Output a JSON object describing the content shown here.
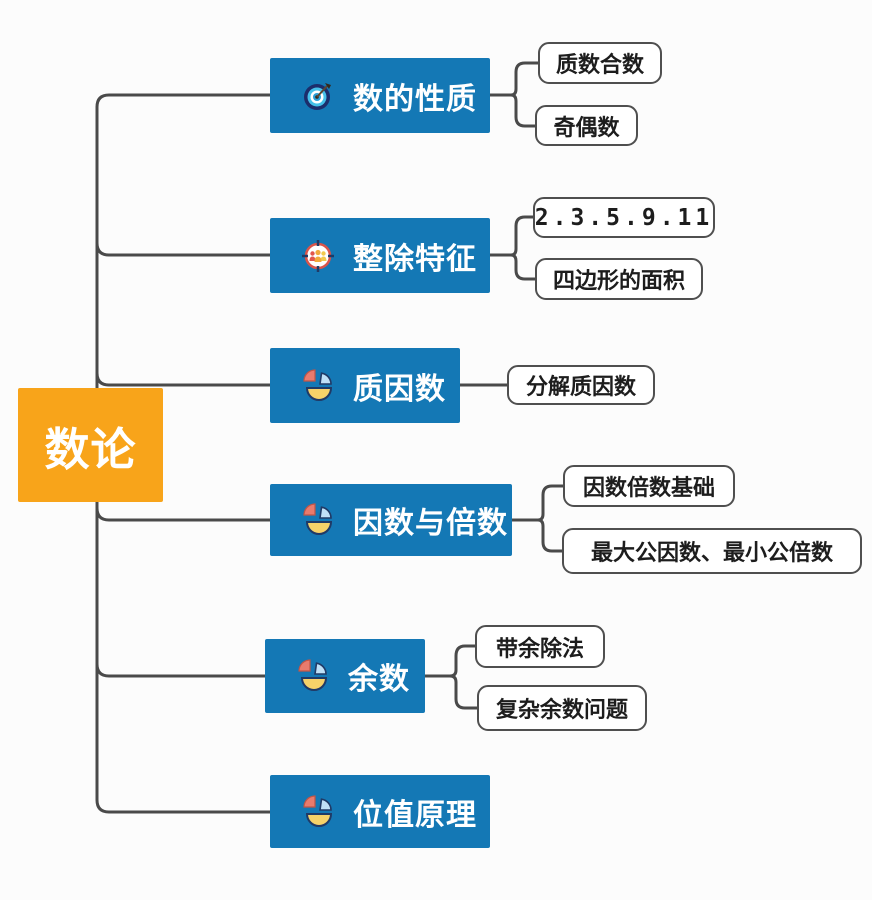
{
  "title": "数论 mind map",
  "root": {
    "label": "数论"
  },
  "branches": [
    {
      "label": "数的性质",
      "icon": "dartboard-icon",
      "leaves": [
        {
          "label": "质数合数"
        },
        {
          "label": "奇偶数"
        }
      ]
    },
    {
      "label": "整除特征",
      "icon": "target-people-icon",
      "leaves": [
        {
          "label": "2.3.5.9.11"
        },
        {
          "label": "四边形的面积"
        }
      ]
    },
    {
      "label": "质因数",
      "icon": "pie-chart-icon",
      "leaves": [
        {
          "label": "分解质因数"
        }
      ]
    },
    {
      "label": "因数与倍数",
      "icon": "pie-chart-icon",
      "leaves": [
        {
          "label": "因数倍数基础"
        },
        {
          "label": "最大公因数、最小公倍数"
        }
      ]
    },
    {
      "label": "余数",
      "icon": "pie-chart-icon",
      "leaves": [
        {
          "label": "带余除法"
        },
        {
          "label": "复杂余数问题"
        }
      ]
    },
    {
      "label": "位值原理",
      "icon": "pie-chart-icon",
      "leaves": []
    }
  ],
  "colors": {
    "root_bg": "#F8A41A",
    "branch_bg": "#1478B5",
    "node_text": "#ffffff",
    "leaf_text": "#1d1d1d",
    "leaf_border": "#4f4f4f",
    "connector": "#4a4a4a",
    "background": "#fcfcfc",
    "pie_red": "#E97B6D",
    "pie_blue": "#BFE0F7",
    "pie_yellow": "#F6D269",
    "pie_outline": "#203A66"
  }
}
